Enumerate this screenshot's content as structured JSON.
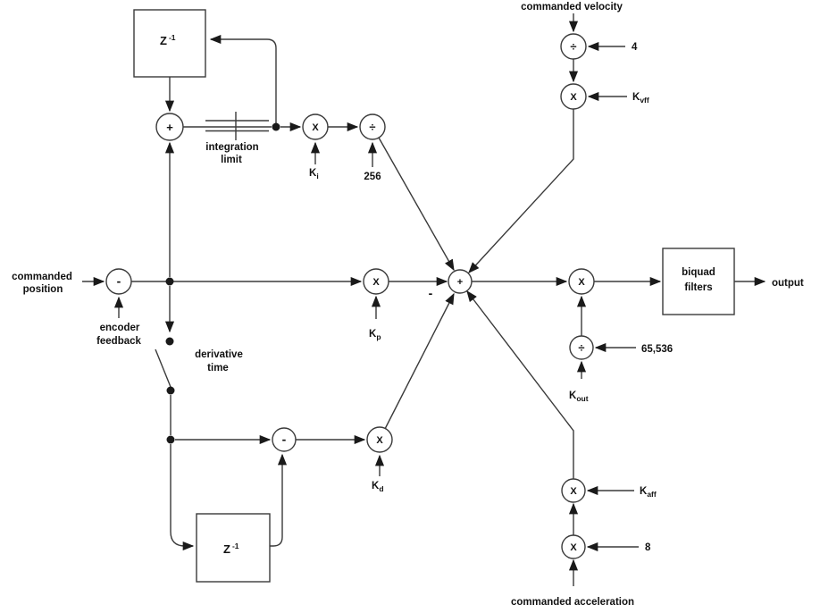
{
  "colors": {
    "ink": "#1a1a1a",
    "line": "#3a3a3a",
    "background": "#ffffff"
  },
  "labels": {
    "commanded_velocity": "commanded velocity",
    "commanded_position": [
      "commanded",
      "position"
    ],
    "encoder_feedback": [
      "encoder",
      "feedback"
    ],
    "integration_limit": [
      "integration",
      "limit"
    ],
    "derivative_time": [
      "derivative",
      "time"
    ],
    "commanded_acceleration": "commanded acceleration",
    "output": "output",
    "biquad_filters": [
      "biquad",
      "filters"
    ]
  },
  "blocks": {
    "z_inverse_top": {
      "base": "Z",
      "sup": "-1"
    },
    "z_inverse_bottom": {
      "base": "Z",
      "sup": "-1"
    }
  },
  "operators": {
    "integrator_sum": "+",
    "position_error": "-",
    "ki_multiply": "X",
    "integral_divide": "÷",
    "kp_multiply": "X",
    "main_sum": "+",
    "main_sum_minus": "-",
    "derivative_difference": "-",
    "kd_multiply": "X",
    "velocity_divide": "÷",
    "kvff_multiply": "X",
    "kaff_multiply": "X",
    "accel_multiply": "X",
    "output_multiply": "X",
    "kout_divide": "÷"
  },
  "gains": {
    "ki": {
      "base": "K",
      "sub": "i"
    },
    "kp": {
      "base": "K",
      "sub": "p"
    },
    "kd": {
      "base": "K",
      "sub": "d"
    },
    "kvff": {
      "base": "K",
      "sub": "vff"
    },
    "kaff": {
      "base": "K",
      "sub": "aff"
    },
    "kout": {
      "base": "K",
      "sub": "out"
    }
  },
  "constants": {
    "velocity_divisor": "4",
    "integral_divisor": "256",
    "output_divisor": "65,536",
    "acceleration_multiplier": "8"
  }
}
